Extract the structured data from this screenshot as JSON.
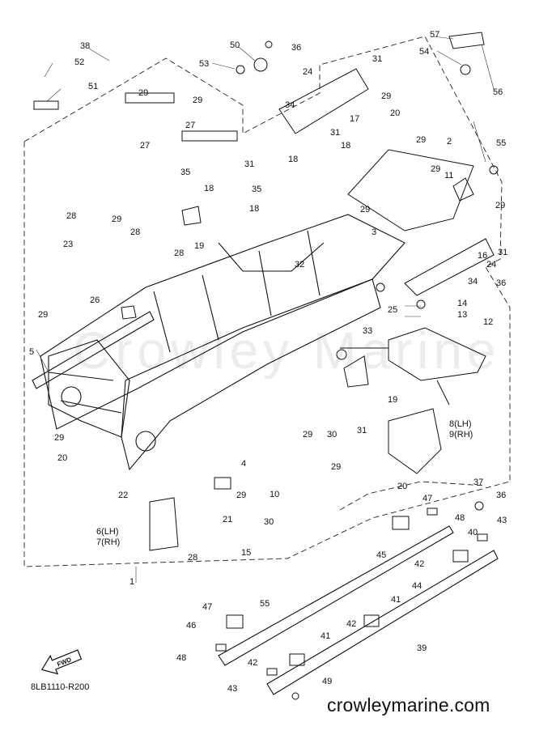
{
  "diagram": {
    "drawing_code": "8LB1110-R200",
    "site_url": "crowleymarine.com",
    "watermark": "Crowley Marine",
    "fwd_label": "FWD",
    "labels": [
      "1",
      "2",
      "3",
      "4",
      "5",
      "6(LH)",
      "7(RH)",
      "8(LH)",
      "9(RH)",
      "10",
      "11",
      "12",
      "13",
      "14",
      "15",
      "16",
      "17",
      "18",
      "19",
      "20",
      "21",
      "22",
      "23",
      "24",
      "25",
      "26",
      "27",
      "28",
      "29",
      "30",
      "31",
      "32",
      "33",
      "34",
      "35",
      "36",
      "37",
      "38",
      "39",
      "40",
      "41",
      "42",
      "43",
      "44",
      "45",
      "46",
      "47",
      "48",
      "49",
      "50",
      "51",
      "52",
      "53",
      "54",
      "55",
      "56",
      "57"
    ]
  }
}
